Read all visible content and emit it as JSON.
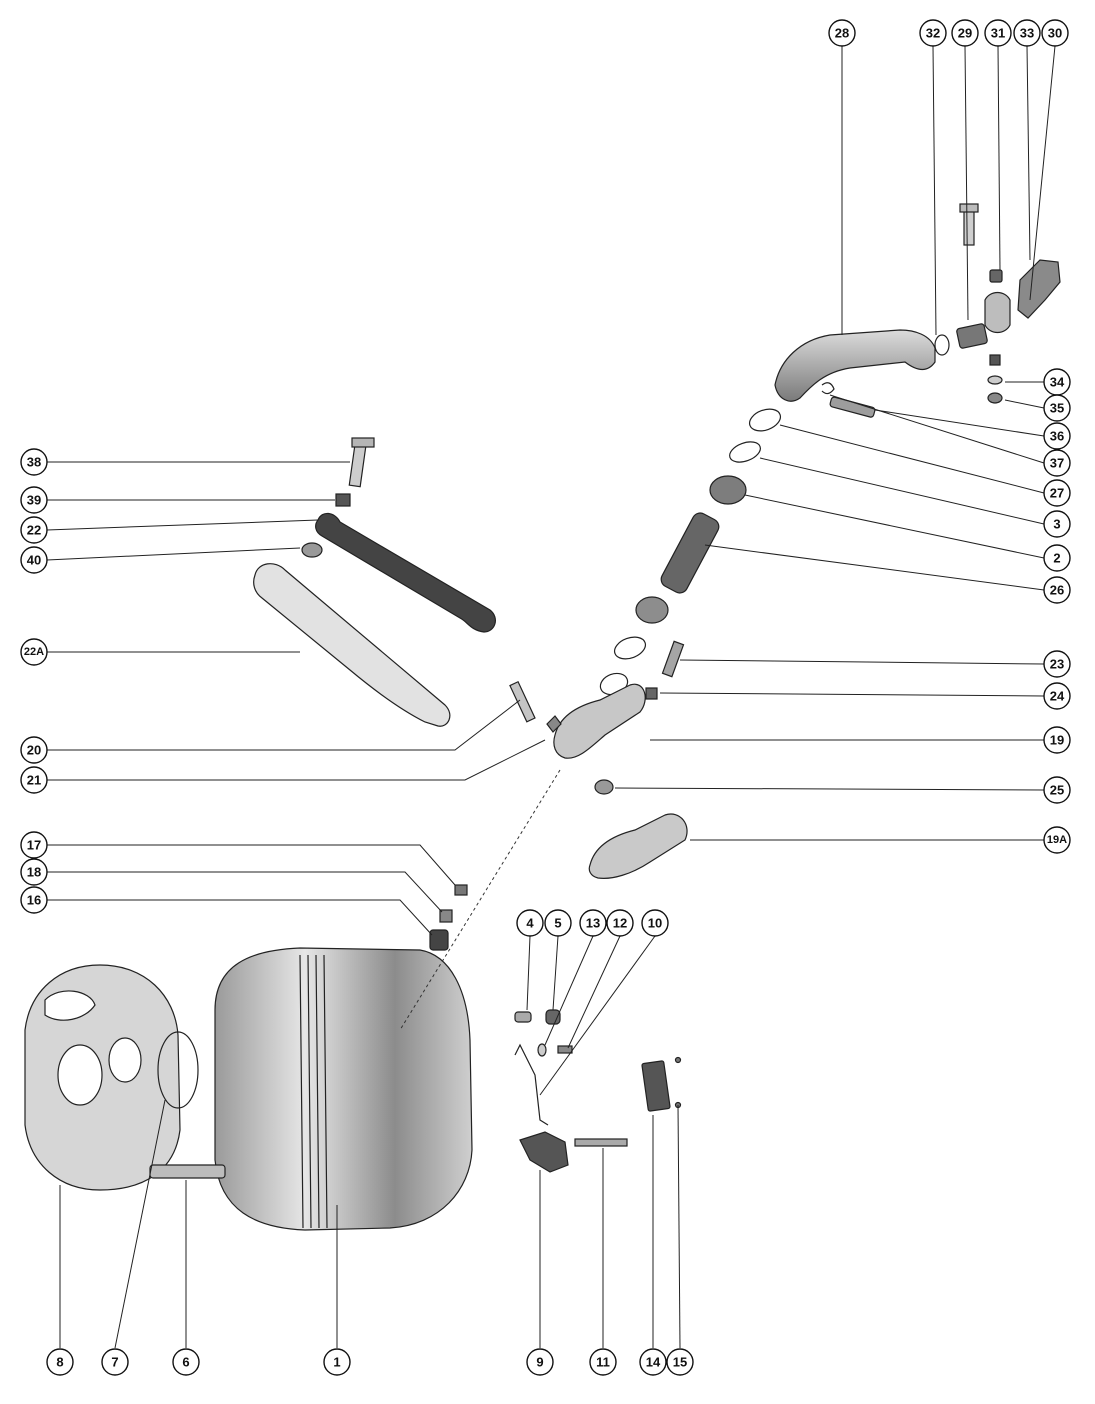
{
  "diagram": {
    "callouts": [
      {
        "id": "c28",
        "label": "28"
      },
      {
        "id": "c32",
        "label": "32"
      },
      {
        "id": "c29",
        "label": "29"
      },
      {
        "id": "c31",
        "label": "31"
      },
      {
        "id": "c33",
        "label": "33"
      },
      {
        "id": "c30",
        "label": "30"
      },
      {
        "id": "c34",
        "label": "34"
      },
      {
        "id": "c35",
        "label": "35"
      },
      {
        "id": "c36",
        "label": "36"
      },
      {
        "id": "c37",
        "label": "37"
      },
      {
        "id": "c27",
        "label": "27"
      },
      {
        "id": "c3",
        "label": "3"
      },
      {
        "id": "c2",
        "label": "2"
      },
      {
        "id": "c26",
        "label": "26"
      },
      {
        "id": "c23",
        "label": "23"
      },
      {
        "id": "c24",
        "label": "24"
      },
      {
        "id": "c19",
        "label": "19"
      },
      {
        "id": "c25",
        "label": "25"
      },
      {
        "id": "c19A",
        "label": "19A"
      },
      {
        "id": "c38",
        "label": "38"
      },
      {
        "id": "c39",
        "label": "39"
      },
      {
        "id": "c22",
        "label": "22"
      },
      {
        "id": "c40",
        "label": "40"
      },
      {
        "id": "c22A",
        "label": "22A"
      },
      {
        "id": "c20",
        "label": "20"
      },
      {
        "id": "c21",
        "label": "21"
      },
      {
        "id": "c17",
        "label": "17"
      },
      {
        "id": "c18",
        "label": "18"
      },
      {
        "id": "c16",
        "label": "16"
      },
      {
        "id": "c4",
        "label": "4"
      },
      {
        "id": "c5",
        "label": "5"
      },
      {
        "id": "c13",
        "label": "13"
      },
      {
        "id": "c12",
        "label": "12"
      },
      {
        "id": "c10",
        "label": "10"
      },
      {
        "id": "c8",
        "label": "8"
      },
      {
        "id": "c7",
        "label": "7"
      },
      {
        "id": "c6",
        "label": "6"
      },
      {
        "id": "c1",
        "label": "1"
      },
      {
        "id": "c9",
        "label": "9"
      },
      {
        "id": "c11",
        "label": "11"
      },
      {
        "id": "c14",
        "label": "14"
      },
      {
        "id": "c15",
        "label": "15"
      }
    ]
  }
}
